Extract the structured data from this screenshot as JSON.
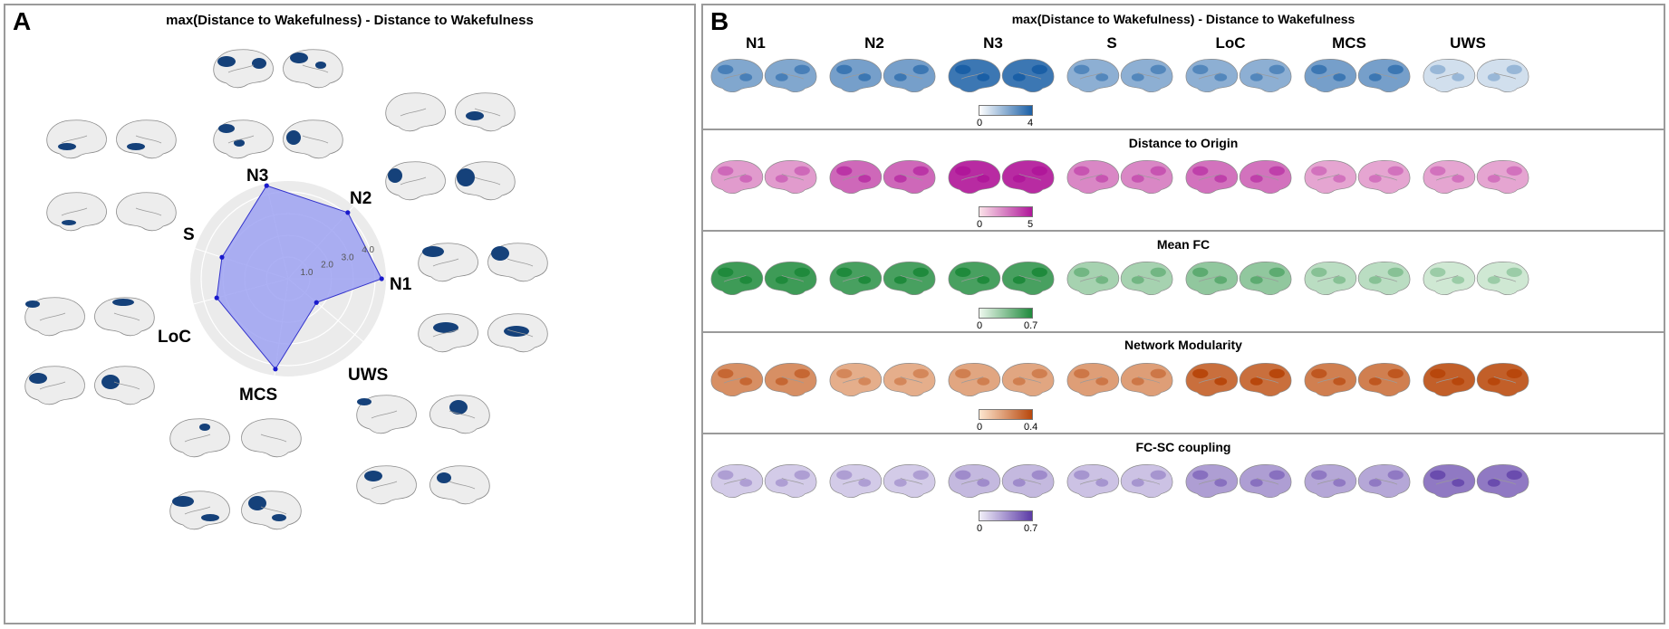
{
  "panel_a": {
    "letter": "A",
    "title": "max(Distance to Wakefulness) - Distance to Wakefulness",
    "radar": {
      "stages": [
        "N1",
        "N2",
        "N3",
        "S",
        "LoC",
        "MCS",
        "UWS"
      ],
      "tick_labels": [
        "1.0",
        "2.0",
        "3.0",
        "4.0"
      ],
      "max": 4.5
    },
    "chart_data": {
      "type": "radar",
      "title": "max(Distance to Wakefulness) - Distance to Wakefulness",
      "categories": [
        "N1",
        "N2",
        "N3",
        "S",
        "LoC",
        "MCS",
        "UWS"
      ],
      "values": [
        4.3,
        4.1,
        4.4,
        3.2,
        3.4,
        4.2,
        1.7
      ],
      "rlim": [
        0,
        4.5
      ],
      "fill_color": "#9ea2f2",
      "line_color": "#3333cc"
    },
    "highlight_color": "#15417a"
  },
  "panel_b": {
    "letter": "B",
    "stages": [
      "N1",
      "N2",
      "N3",
      "S",
      "LoC",
      "MCS",
      "UWS"
    ],
    "rows": [
      {
        "title": "max(Distance to Wakefulness) - Distance to Wakefulness",
        "cbar_min": "0",
        "cbar_max": "4",
        "low_color": "#ffffff",
        "high_color": "#1a5fa6",
        "intensity": [
          0.55,
          0.6,
          0.85,
          0.5,
          0.5,
          0.6,
          0.2
        ]
      },
      {
        "title": "Distance to Origin",
        "cbar_min": "0",
        "cbar_max": "5",
        "low_color": "#fbe2e8",
        "high_color": "#b0179a",
        "intensity": [
          0.35,
          0.6,
          0.9,
          0.45,
          0.55,
          0.3,
          0.3
        ]
      },
      {
        "title": "Mean FC",
        "cbar_min": "0",
        "cbar_max": "0.7",
        "low_color": "#eef8ee",
        "high_color": "#1f8a3c",
        "intensity": [
          0.85,
          0.8,
          0.8,
          0.35,
          0.45,
          0.25,
          0.15
        ]
      },
      {
        "title": "Network Modularity",
        "cbar_min": "0",
        "cbar_max": "0.4",
        "low_color": "#fde6cf",
        "high_color": "#b8470c",
        "intensity": [
          0.55,
          0.35,
          0.4,
          0.45,
          0.75,
          0.65,
          0.85
        ]
      },
      {
        "title": "FC-SC coupling",
        "cbar_min": "0",
        "cbar_max": "0.7",
        "low_color": "#f1eff8",
        "high_color": "#5b3aa6",
        "intensity": [
          0.2,
          0.2,
          0.3,
          0.25,
          0.45,
          0.4,
          0.65
        ]
      }
    ]
  }
}
